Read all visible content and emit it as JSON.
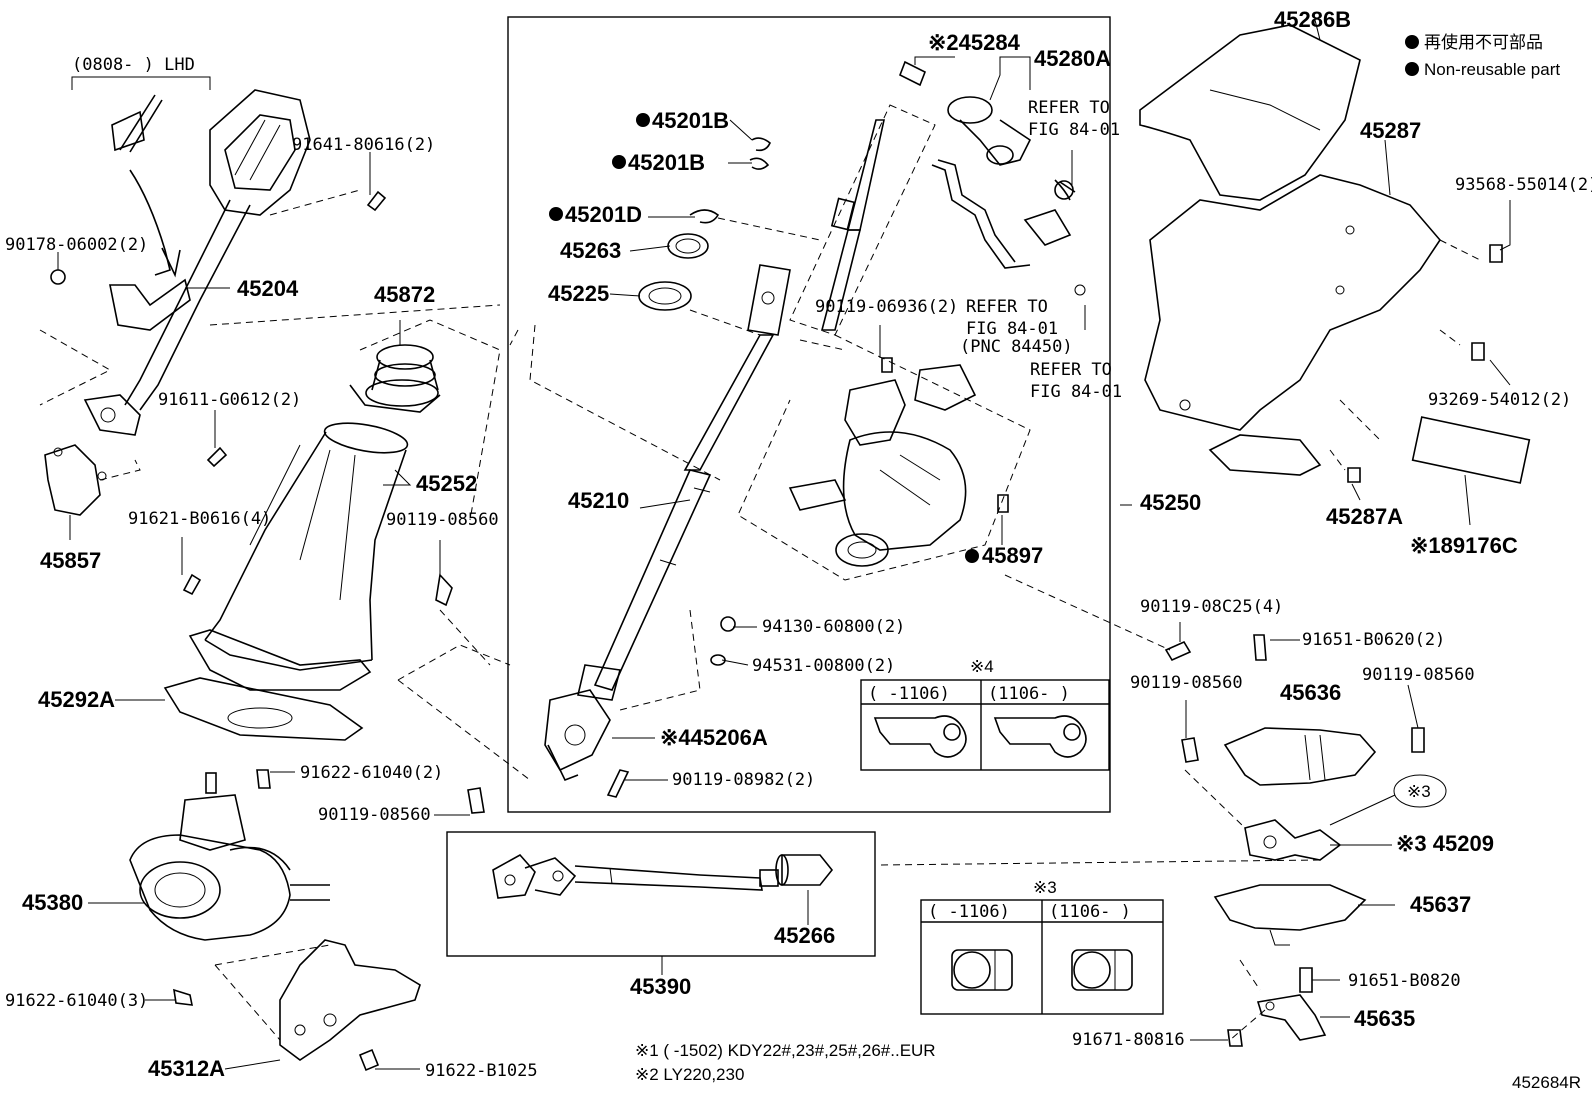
{
  "diagram_id": "452684R",
  "legend": {
    "line1": "再使用不可部品",
    "line2": "Non-reusable part"
  },
  "variant_note": "(0808-      ) LHD",
  "footnotes": {
    "fn1": "※1 (      -1502) KDY22#,23#,25#,26#..EUR",
    "fn2": "※2  LY220,230"
  },
  "refs": {
    "r1a": "REFER TO",
    "r1b": "FIG 84-01",
    "r2a": "REFER TO",
    "r2b": "FIG 84-01",
    "r2c": "(PNC 84450)",
    "r3a": "REFER TO",
    "r3b": "FIG 84-01"
  },
  "inset4": {
    "mark": "※4",
    "col1": "(     -1106)",
    "col2": "(1106-      )"
  },
  "inset3": {
    "mark": "※3",
    "col1": "(     -1106)",
    "col2": "(1106-      )"
  },
  "parts": {
    "p45286B": "45286B",
    "p45287": "45287",
    "p93568": "93568-55014(2)",
    "p93269": "93269-54012(2)",
    "p45287A": "45287A",
    "p89176C": "※189176C",
    "p45284": "※245284",
    "p45280A": "45280A",
    "p45201B_1": "45201B",
    "p45201B_2": "45201B",
    "p45201D": "45201D",
    "p45263": "45263",
    "p45225": "45225",
    "p90119_06936": "90119-06936(2)",
    "p45210": "45210",
    "p45250": "45250",
    "p45897": "45897",
    "p91641": "91641-80616(2)",
    "p90178": "90178-06002(2)",
    "p45204": "45204",
    "p45872": "45872",
    "p91611": "91611-G0612(2)",
    "p45252": "45252",
    "p45857": "45857",
    "p91621": "91621-B0616(4)",
    "p90119_08560_a": "90119-08560",
    "p45292A": "45292A",
    "p94130": "94130-60800(2)",
    "p94531": "94531-00800(2)",
    "p45206A": "※445206A",
    "p90119_08982": "90119-08982(2)",
    "p91622_61040_2": "91622-61040(2)",
    "p90119_08560_b": "90119-08560",
    "p45380": "45380",
    "p45266": "45266",
    "p45390": "45390",
    "p91622_61040_3": "91622-61040(3)",
    "p45312A": "45312A",
    "p91622_B1025": "91622-B1025",
    "p90119_08C25": "90119-08C25(4)",
    "p91651_B0620": "91651-B0620(2)",
    "p90119_08560_c": "90119-08560",
    "p45636": "45636",
    "p90119_08560_d": "90119-08560",
    "p45209_mark": "※3",
    "p45209": "※3 45209",
    "p45637": "45637",
    "p91651_B0820": "91651-B0820",
    "p45635": "45635",
    "p91671": "91671-80816"
  }
}
